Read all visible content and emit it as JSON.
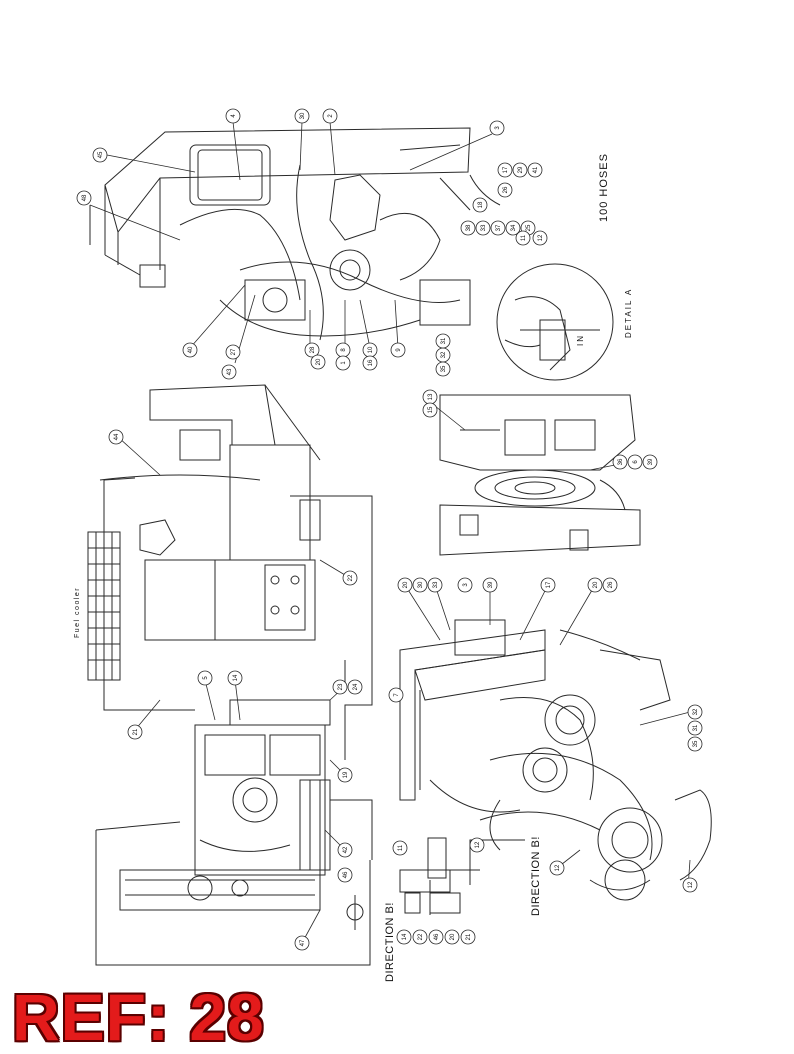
{
  "ref_label": "REF: 28",
  "labels": {
    "hoses_title": "100 HOSES",
    "detail_a": "DETAIL A",
    "in_label": "IN",
    "fuel_cooler": "Fuel cooler",
    "direction_b_left": "DIRECTION B!",
    "direction_b_right": "DIRECTION B!"
  },
  "callouts": [
    "4",
    "30",
    "2",
    "3",
    "45",
    "48",
    "17",
    "29",
    "41",
    "26",
    "18",
    "38",
    "33",
    "37",
    "34",
    "25",
    "11",
    "12",
    "40",
    "43",
    "27",
    "28",
    "20",
    "8",
    "1",
    "10",
    "16",
    "9",
    "32",
    "31",
    "35",
    "13",
    "15",
    "36",
    "6",
    "39",
    "44",
    "22",
    "23",
    "24",
    "5",
    "14",
    "21",
    "19",
    "42",
    "46",
    "47",
    "7"
  ],
  "colors": {
    "line": "#2a2a2a",
    "ref_red": "#e31b1b",
    "background": "#ffffff"
  }
}
